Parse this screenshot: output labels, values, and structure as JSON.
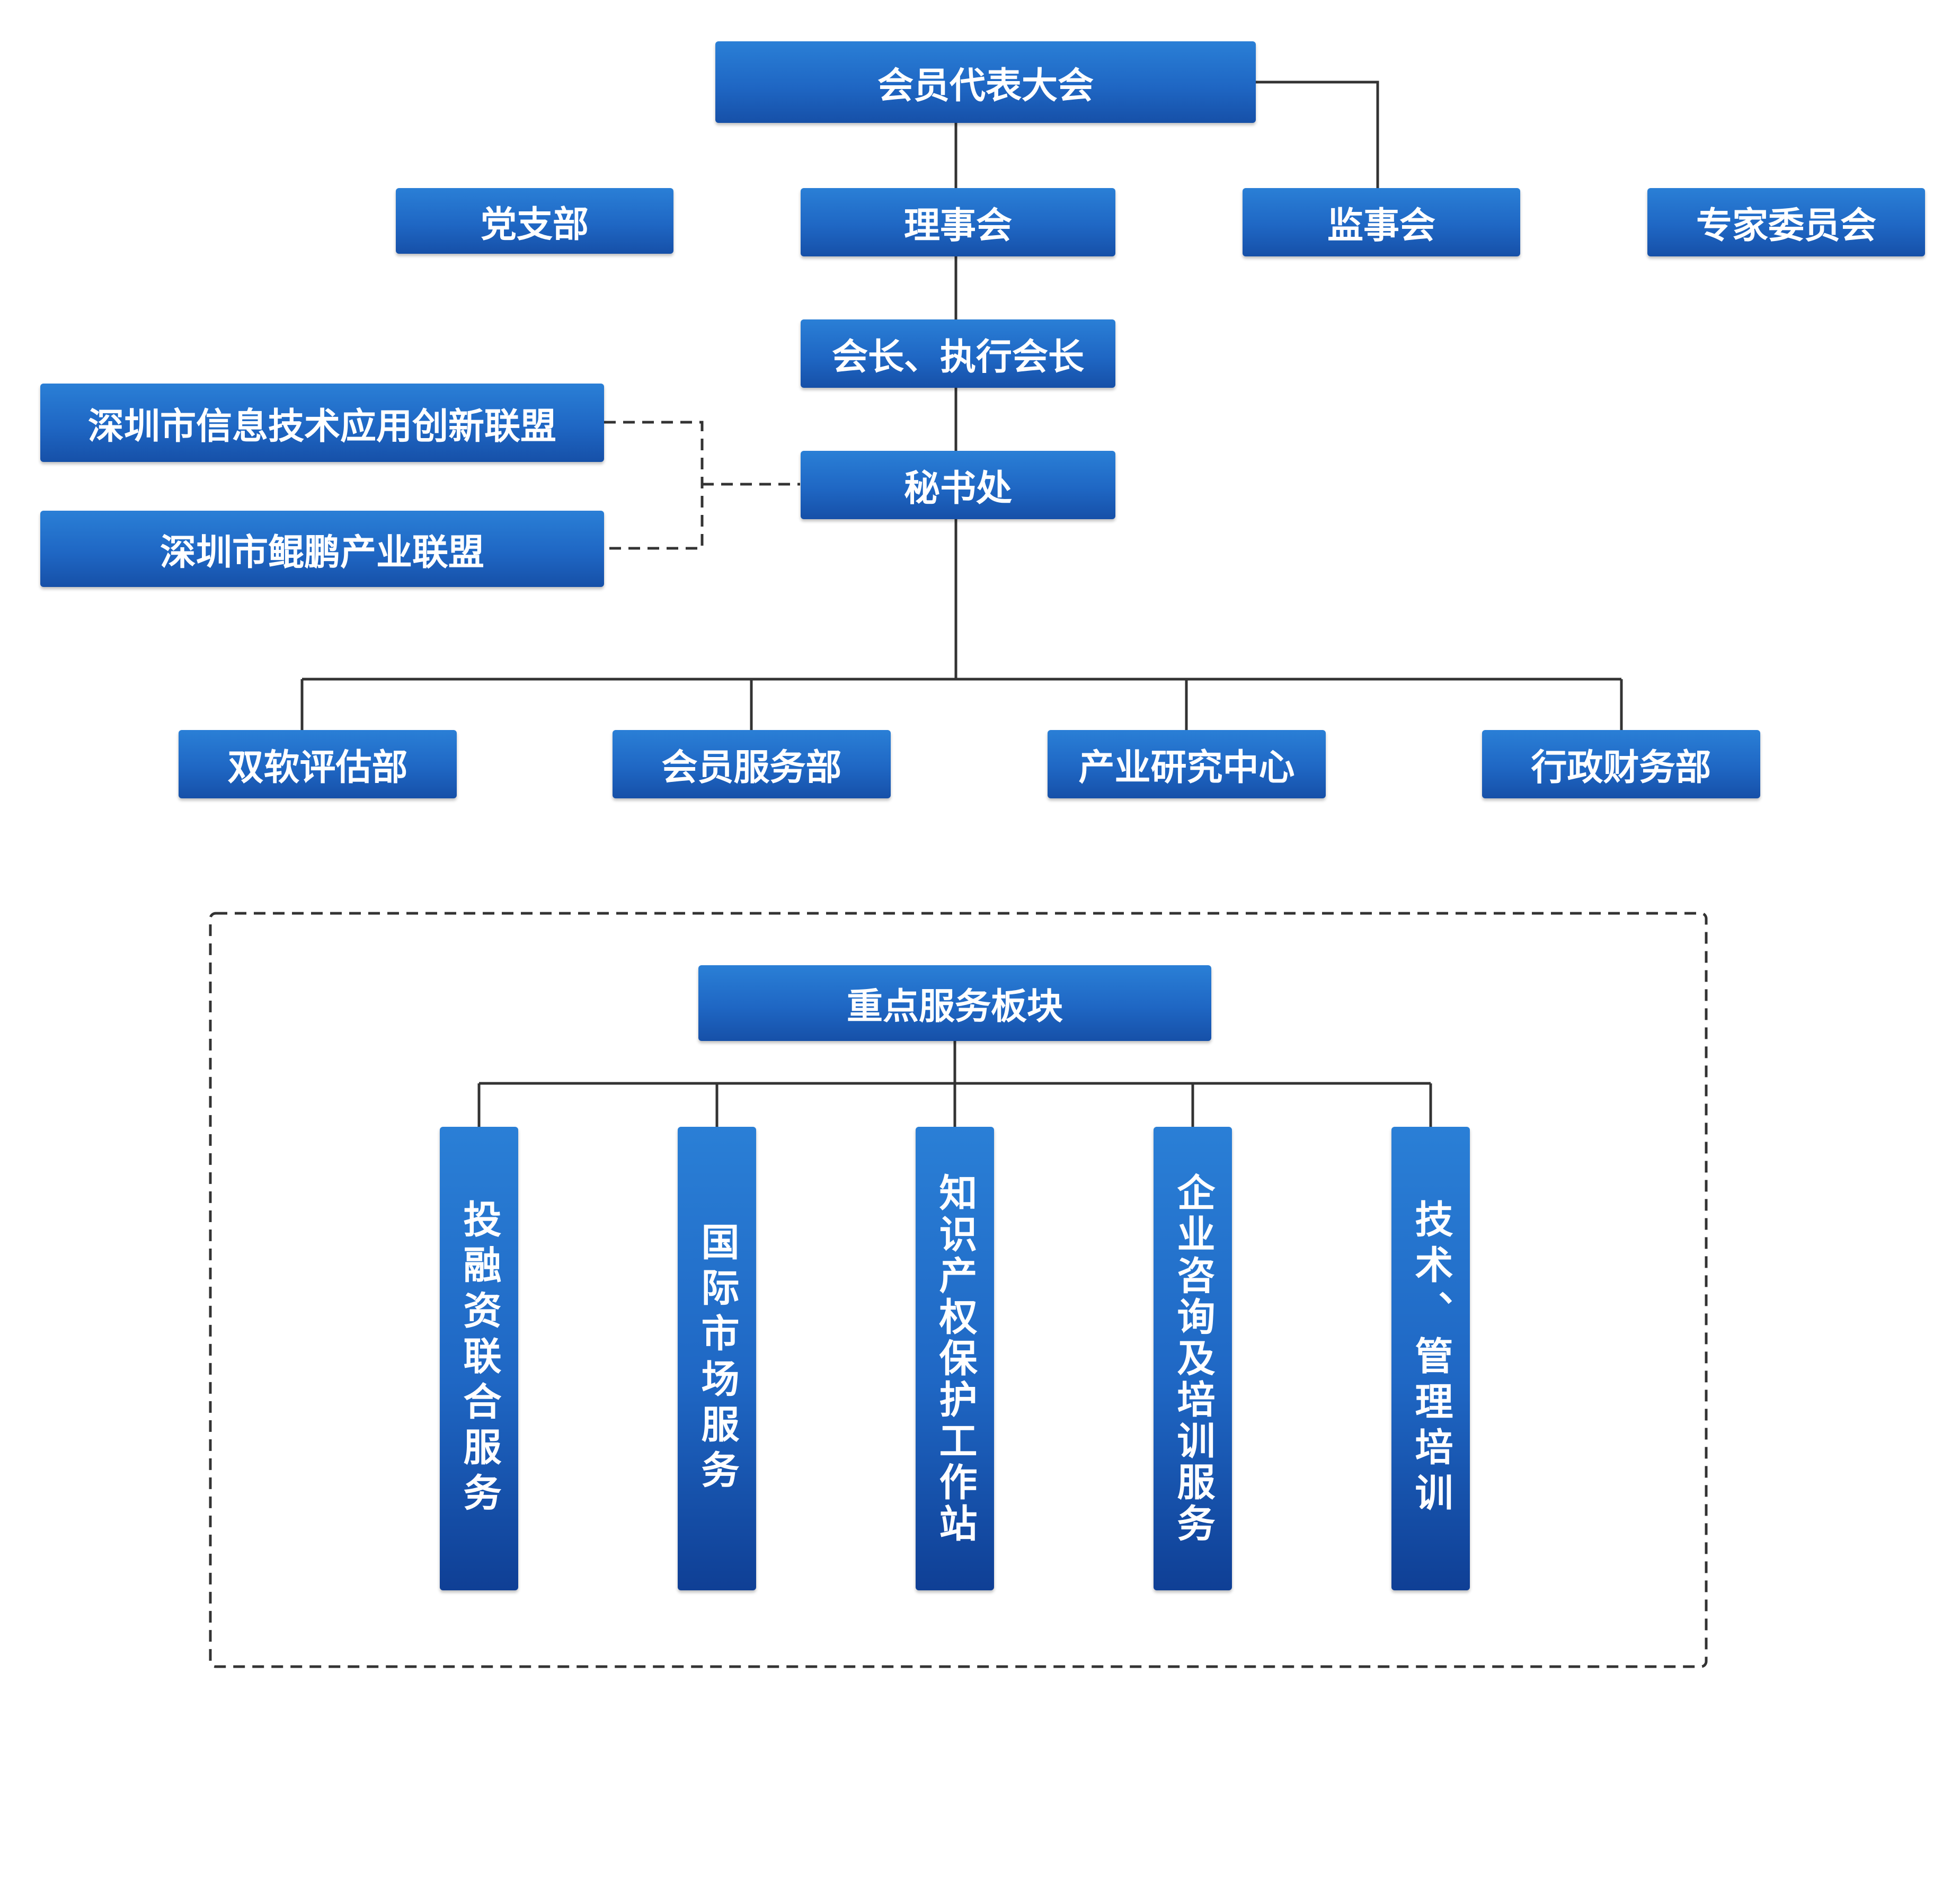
{
  "colors": {
    "node_fill": "#1f67c4",
    "line": "#333333",
    "text": "#ffffff"
  },
  "org": {
    "general_assembly": "会员代表大会",
    "party_branch": "党支部",
    "board": "理事会",
    "supervisors": "监事会",
    "experts": "专家委员会",
    "presidents": "会长、执行会长",
    "secretariat": "秘书处",
    "alliance_it": "深圳市信息技术应用创新联盟",
    "alliance_kunpeng": "深圳市鲲鹏产业联盟",
    "departments": [
      "双软评估部",
      "会员服务部",
      "产业研究中心",
      "行政财务部"
    ]
  },
  "services": {
    "title": "重点服务板块",
    "items": [
      "投融资联合服务",
      "国际市场服务",
      "知识产权保护工作站",
      "企业咨询及培训服务",
      "技术、管理培训"
    ]
  }
}
